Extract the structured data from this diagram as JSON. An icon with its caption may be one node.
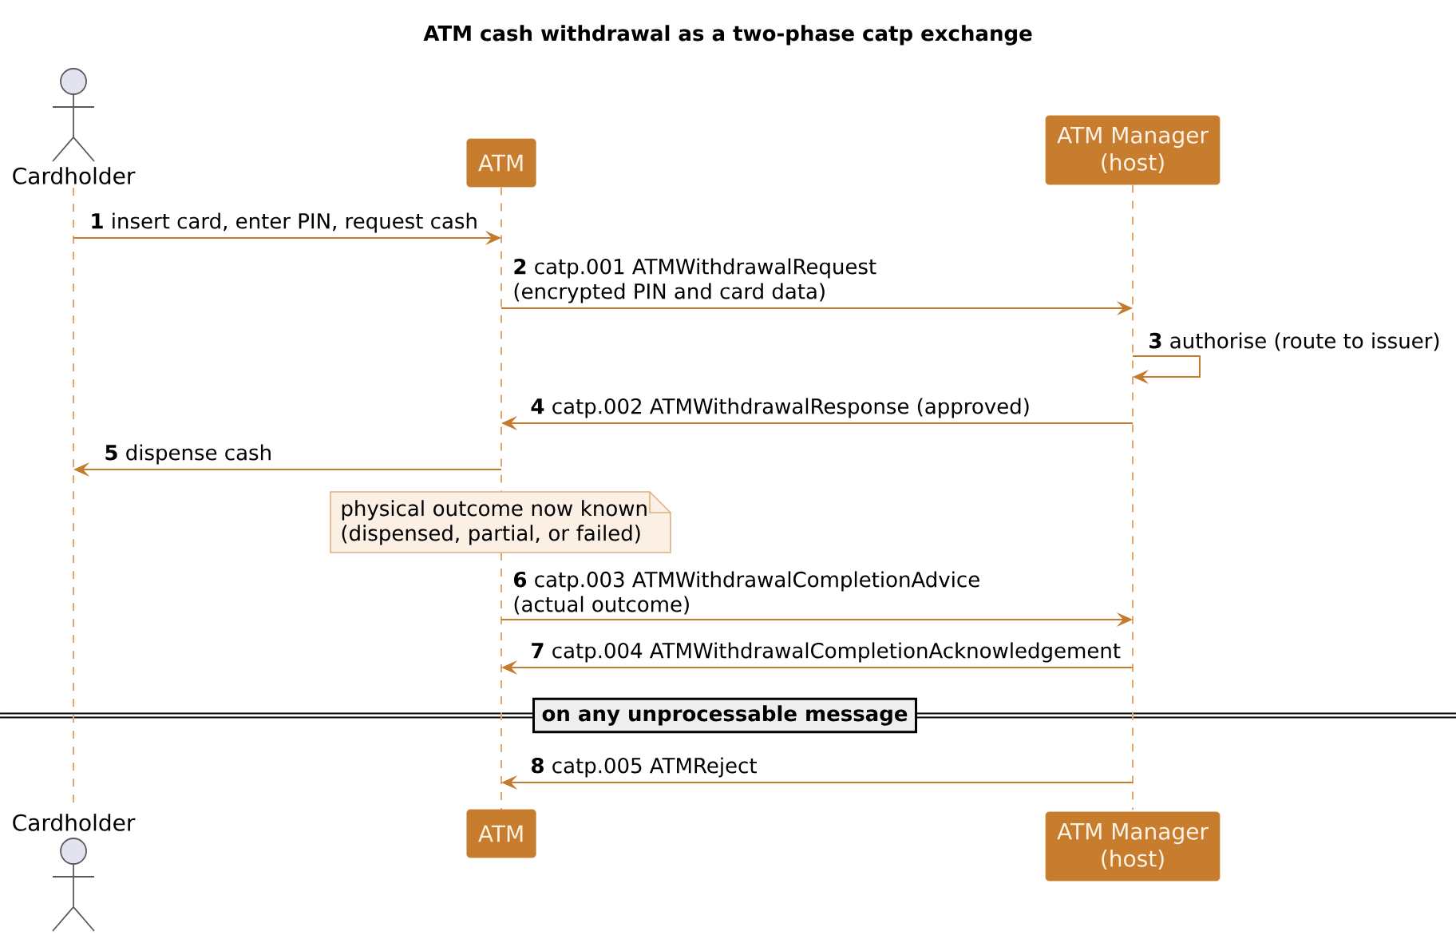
{
  "diagram": {
    "title": "ATM cash withdrawal as a two-phase catp exchange",
    "nodes": [
      {
        "text": [
          "Cardholder"
        ]
      },
      {
        "text": [
          "ATM"
        ]
      },
      {
        "text": [
          "ATM Manager (host)"
        ]
      },
      {
        "text": [
          "Cardholder"
        ]
      },
      {
        "text": [
          "ATM"
        ]
      },
      {
        "text": [
          "ATM Manager (host)"
        ]
      },
      {
        "text": [
          "physical outcome now known (dispensed, partial, or failed)"
        ]
      },
      {
        "text": [
          "on any unprocessable message"
        ]
      }
    ],
    "edges": [
      {
        "from": 0,
        "to": 1,
        "arrow": "to",
        "label": "**1** insert card, enter PIN, request cash"
      },
      {
        "from": 1,
        "to": 2,
        "arrow": "to",
        "label": "**2** catp.001 ATMWithdrawalRequest (encrypted PIN and card data)"
      },
      {
        "from": 2,
        "to": 2,
        "arrow": "to",
        "label": "**3** authorise (route to issuer)"
      },
      {
        "from": 2,
        "to": 1,
        "arrow": "to",
        "label": "**4** catp.002 ATMWithdrawalResponse (approved)"
      },
      {
        "from": 1,
        "to": 0,
        "arrow": "to",
        "label": "**5** dispense cash"
      },
      {
        "from": 1,
        "to": 2,
        "arrow": "to",
        "label": "**6** catp.003 ATMWithdrawalCompletionAdvice (actual outcome)"
      },
      {
        "from": 2,
        "to": 1,
        "arrow": "to",
        "label": "**7** catp.004 ATMWithdrawalCompletionAcknowledgement"
      },
      {
        "from": 2,
        "to": 1,
        "arrow": "to",
        "label": "**8** catp.005 ATMReject"
      }
    ]
  }
}
